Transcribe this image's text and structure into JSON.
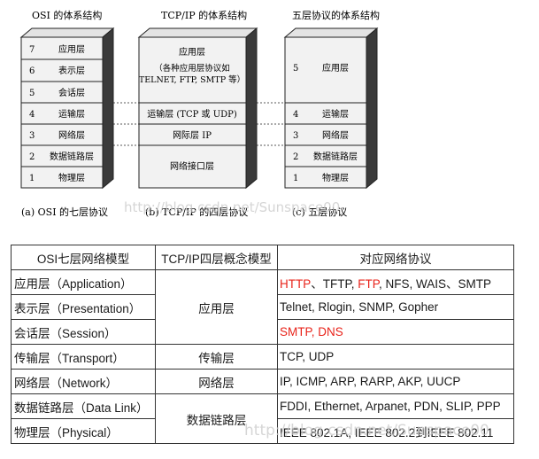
{
  "diagram": {
    "headers": {
      "osi": "OSI 的体系结构",
      "tcpip": "TCP/IP 的体系结构",
      "five": "五层协议的体系结构"
    },
    "osi_layers": [
      {
        "num": "7",
        "name": "应用层"
      },
      {
        "num": "6",
        "name": "表示层"
      },
      {
        "num": "5",
        "name": "会话层"
      },
      {
        "num": "4",
        "name": "运输层"
      },
      {
        "num": "3",
        "name": "网络层"
      },
      {
        "num": "2",
        "name": "数据链路层"
      },
      {
        "num": "1",
        "name": "物理层"
      }
    ],
    "tcpip_layers": {
      "app_title": "应用层",
      "app_detail_1": "（各种应用层协议如",
      "app_detail_2": "TELNET, FTP, SMTP 等）",
      "transport": "运输层 (TCP 或 UDP)",
      "internet": "网际层 IP",
      "link": "网络接口层"
    },
    "five_layers": [
      {
        "num": "5",
        "name": "应用层"
      },
      {
        "num": "4",
        "name": "运输层"
      },
      {
        "num": "3",
        "name": "网络层"
      },
      {
        "num": "2",
        "name": "数据链路层"
      },
      {
        "num": "1",
        "name": "物理层"
      }
    ],
    "captions": {
      "a": "(a) OSI 的七层协议",
      "b": "(b) TCP/IP 的四层协议",
      "c": "(c)  五层协议"
    },
    "watermark": "http://blog.csdn.net/Sunspace00"
  },
  "table": {
    "headers": [
      "OSI七层网络模型",
      "TCP/IP四层概念模型",
      "对应网络协议"
    ],
    "rows": [
      {
        "osi": "应用层（Application）",
        "protocols": [
          {
            "t": "HTTP",
            "red": true
          },
          {
            "t": "、TFTP, ",
            "red": false
          },
          {
            "t": "FTP",
            "red": true
          },
          {
            "t": ", NFS, WAIS、SMTP",
            "red": false
          }
        ]
      },
      {
        "osi": "表示层（Presentation）",
        "protocols": [
          {
            "t": "Telnet, Rlogin, SNMP, Gopher",
            "red": false
          }
        ]
      },
      {
        "osi": "会话层（Session）",
        "protocols": [
          {
            "t": "SMTP, DNS",
            "red": true
          }
        ]
      },
      {
        "osi": "传输层（Transport）",
        "protocols": [
          {
            "t": "TCP, UDP",
            "red": false
          }
        ]
      },
      {
        "osi": "网络层（Network）",
        "protocols": [
          {
            "t": "IP, ICMP, ARP, RARP, AKP, UUCP",
            "red": false
          }
        ]
      },
      {
        "osi": "数据链路层（Data Link）",
        "protocols": [
          {
            "t": "FDDI, Ethernet, Arpanet, PDN, SLIP, PPP",
            "red": false
          }
        ]
      },
      {
        "osi": "物理层（Physical）",
        "protocols": [
          {
            "t": "IEEE 802.1A, IEEE 802.2到IEEE 802.11",
            "red": false
          }
        ]
      }
    ],
    "tcpip_groups": {
      "application": "应用层",
      "transport": "传输层",
      "network": "网络层",
      "link": "数据链路层"
    },
    "watermark": "http://blog.csdn.net/Sunspace00"
  },
  "colors": {
    "box_face": "#f2f2f2",
    "box_top": "#e4e4e4",
    "box_side": "#3a3a3a",
    "protocol_red": "#e8231a"
  }
}
